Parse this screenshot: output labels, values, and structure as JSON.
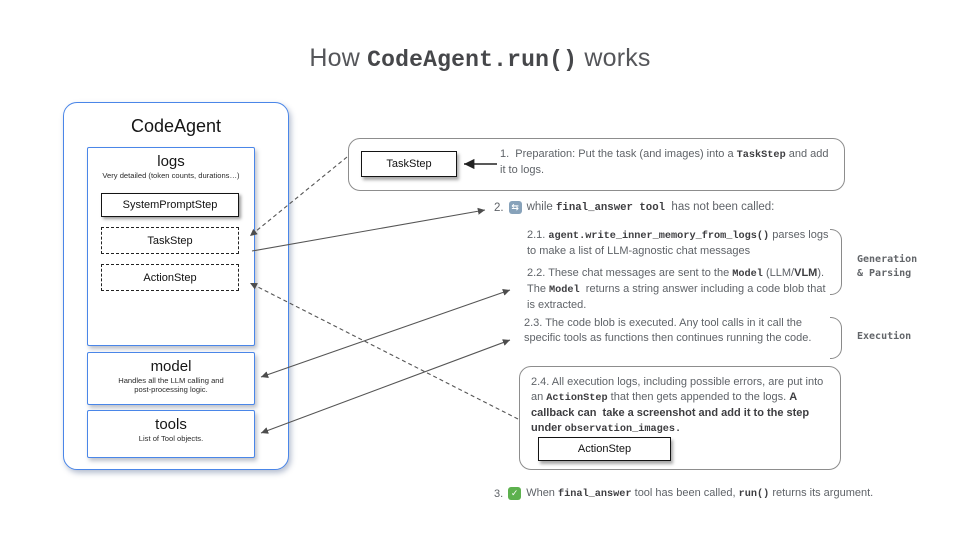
{
  "title": {
    "prefix": "How ",
    "code": "CodeAgent.run()",
    "suffix": " works"
  },
  "agent": {
    "title": "CodeAgent",
    "logs": {
      "title": "logs",
      "subtitle": "Very detailed (token counts, durations…)",
      "steps": [
        {
          "label": "SystemPromptStep",
          "style": "solid"
        },
        {
          "label": "TaskStep",
          "style": "dashed"
        },
        {
          "label": "ActionStep",
          "style": "dashed"
        }
      ]
    },
    "model": {
      "title": "model",
      "subtitle": "Handles all the LLM calling and\npost-processing logic."
    },
    "tools": {
      "title": "tools",
      "subtitle": "List of Tool objects."
    }
  },
  "flow": {
    "step1": {
      "box_label": "TaskStep",
      "segments": [
        {
          "t": "1.  Preparation: Put the task (and images) into a "
        },
        {
          "t": "TaskStep",
          "code": true
        },
        {
          "t": " and add it to logs."
        }
      ]
    },
    "step2": {
      "number": "2.",
      "icon": "repeat-icon",
      "icon_glyph": "⇆",
      "segments": [
        {
          "t": "while "
        },
        {
          "t": "final_answer tool",
          "code": true
        },
        {
          "t": "  has not been called:"
        }
      ],
      "substeps": {
        "s21": {
          "segments": [
            {
              "t": "2.1. "
            },
            {
              "t": "agent.write_inner_memory_from_logs()",
              "code": true
            },
            {
              "t": " parses logs to make a list of LLM-agnostic chat messages"
            }
          ]
        },
        "s22": {
          "segments": [
            {
              "t": "2.2. These chat messages are sent to the "
            },
            {
              "t": "Model",
              "code": true
            },
            {
              "t": " (LLM/"
            },
            {
              "t": "VLM",
              "bold": true
            },
            {
              "t": "). The "
            },
            {
              "t": "Model",
              "code": true
            },
            {
              "t": "  returns a string answer including a code blob that is extracted."
            }
          ]
        },
        "s23": {
          "segments": [
            {
              "t": "2.3. The code blob is executed. Any tool calls in it call the specific tools as functions then continues running the code."
            }
          ]
        },
        "s24": {
          "box_label": "ActionStep",
          "segments": [
            {
              "t": "2.4. All execution logs, including possible errors, are put into an "
            },
            {
              "t": "ActionStep",
              "code": true
            },
            {
              "t": " that then gets appended to the logs. "
            },
            {
              "t": "A callback can  take a screenshot and add it to the step under ",
              "bold": true
            },
            {
              "t": "observation_images.",
              "code": true,
              "bold": true
            }
          ]
        }
      },
      "labels": {
        "generation": "Generation\n& Parsing",
        "execution": "Execution"
      }
    },
    "step3": {
      "number": "3.",
      "icon": "check-icon",
      "icon_glyph": "✓",
      "segments": [
        {
          "t": "When "
        },
        {
          "t": "final_answer",
          "code": true
        },
        {
          "t": " tool has been called, "
        },
        {
          "t": "run()",
          "code": true
        },
        {
          "t": " returns its argument."
        }
      ]
    }
  },
  "colors": {
    "accent_blue": "#4a86e8",
    "border_gray": "#8d8d8d",
    "text_gray": "#5f6368",
    "code_dark": "#3e3e41",
    "check_green": "#5db14e",
    "repeat_blue": "#87a2ba",
    "arrow_gray": "#4d4d4d"
  }
}
